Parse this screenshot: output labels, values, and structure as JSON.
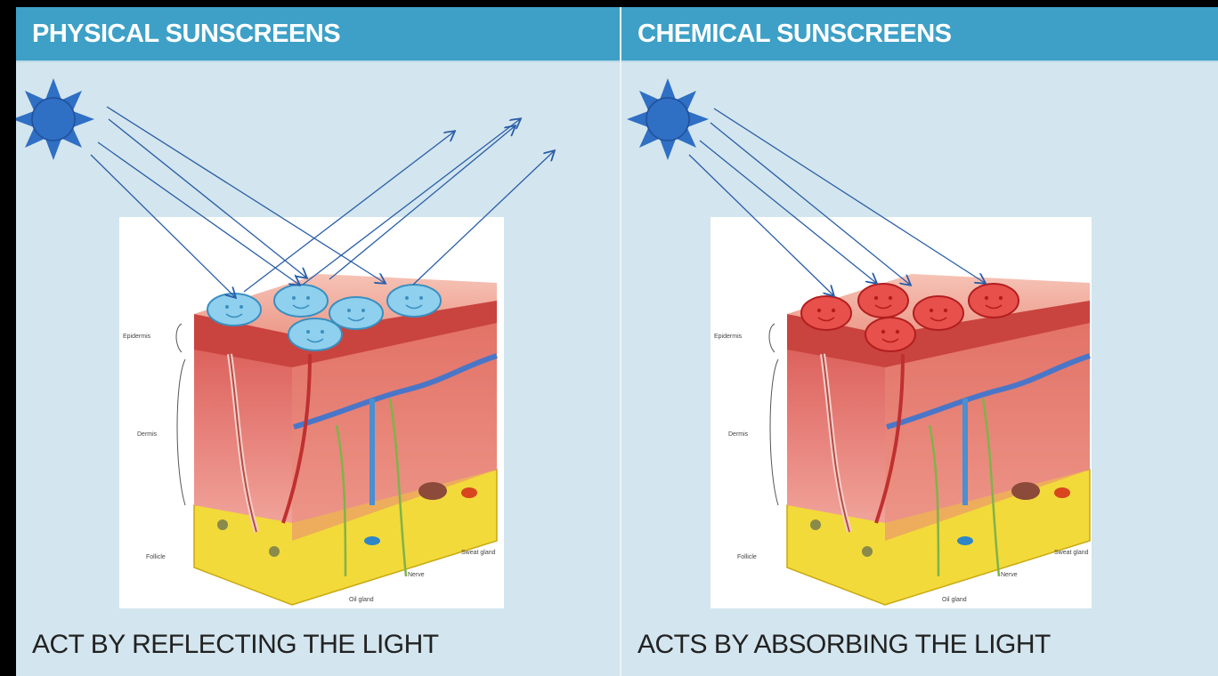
{
  "panels": [
    {
      "title": "PHYSICAL SUNSCREENS",
      "caption": "ACT BY REFLECTING THE LIGHT",
      "particle_color": "#8fd0ee",
      "particle_stroke": "#3a8fc0"
    },
    {
      "title": "CHEMICAL SUNSCREENS",
      "caption": "ACTS BY ABSORBING THE LIGHT",
      "particle_color": "#e8504c",
      "particle_stroke": "#b21e1e"
    }
  ],
  "skin_labels": {
    "epidermis": "Epidermis",
    "dermis": "Dermis",
    "follicle": "Follicle",
    "sweat_gland": "Sweat gland",
    "nerve": "Nerve",
    "oil_gland": "Oil gland"
  },
  "colors": {
    "header": "#3ea0c7",
    "background": "#d3e5ee",
    "sun": "#2f6fc4",
    "ray": "#2a5ea8"
  },
  "icons": {
    "sun": "sun-icon",
    "arrow": "ray-arrow"
  }
}
